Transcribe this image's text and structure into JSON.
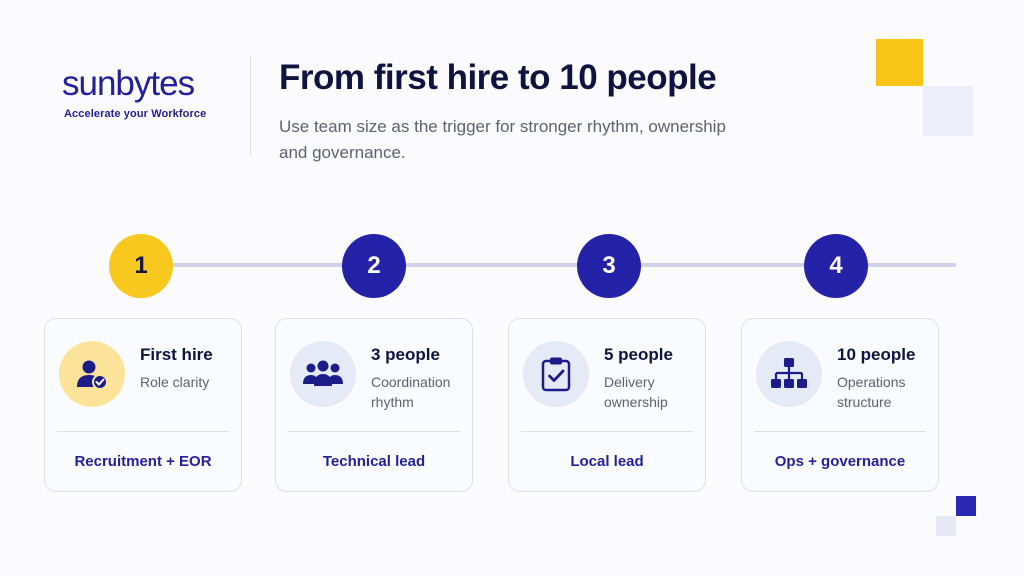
{
  "brand": {
    "logo_text": "sunbytes",
    "tagline": "Accelerate your Workforce"
  },
  "header": {
    "title": "From first hire to 10 people",
    "subtitle": "Use team size as the trigger for stronger rhythm, ownership and governance."
  },
  "steps": [
    {
      "number": "1",
      "title": "First hire",
      "description": "Role clarity",
      "footer": "Recruitment + EOR",
      "icon": "person-check-icon"
    },
    {
      "number": "2",
      "title": "3 people",
      "description": "Coordination rhythm",
      "footer": "Technical lead",
      "icon": "group-icon"
    },
    {
      "number": "3",
      "title": "5 people",
      "description": "Delivery ownership",
      "footer": "Local lead",
      "icon": "clipboard-check-icon"
    },
    {
      "number": "4",
      "title": "10 people",
      "description": "Operations structure",
      "footer": "Ops + governance",
      "icon": "org-chart-icon"
    }
  ],
  "colors": {
    "navy": "#2423a8",
    "yellow": "#f7c91f",
    "text": "#0f1340",
    "muted": "#5d6173"
  }
}
